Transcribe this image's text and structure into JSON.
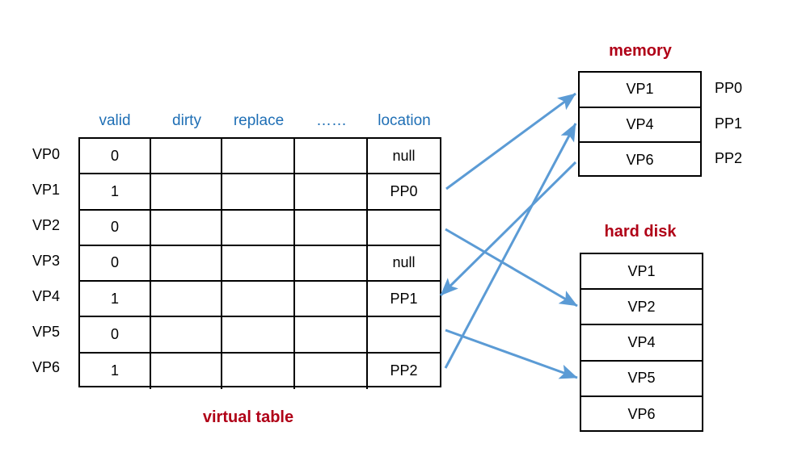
{
  "diagram": {
    "titles": {
      "virtual_table": "virtual table",
      "memory": "memory",
      "hard_disk": "hard disk"
    },
    "colors": {
      "title_red": "#B00017",
      "header_blue": "#1F6FB5",
      "arrow_blue": "#5B9BD5",
      "border_black": "#000000",
      "background": "#FFFFFF"
    }
  },
  "virtual_table": {
    "columns": [
      "valid",
      "dirty",
      "replace",
      "……",
      "location"
    ],
    "row_labels": [
      "VP0",
      "VP1",
      "VP2",
      "VP3",
      "VP4",
      "VP5",
      "VP6"
    ],
    "rows": [
      {
        "label": "VP0",
        "valid": "0",
        "dirty": "",
        "replace": "",
        "dots": "",
        "location": "null"
      },
      {
        "label": "VP1",
        "valid": "1",
        "dirty": "",
        "replace": "",
        "dots": "",
        "location": "PP0"
      },
      {
        "label": "VP2",
        "valid": "0",
        "dirty": "",
        "replace": "",
        "dots": "",
        "location": ""
      },
      {
        "label": "VP3",
        "valid": "0",
        "dirty": "",
        "replace": "",
        "dots": "",
        "location": "null"
      },
      {
        "label": "VP4",
        "valid": "1",
        "dirty": "",
        "replace": "",
        "dots": "",
        "location": "PP1"
      },
      {
        "label": "VP5",
        "valid": "0",
        "dirty": "",
        "replace": "",
        "dots": "",
        "location": ""
      },
      {
        "label": "VP6",
        "valid": "1",
        "dirty": "",
        "replace": "",
        "dots": "",
        "location": "PP2"
      }
    ]
  },
  "memory": {
    "title": "memory",
    "frames": [
      {
        "page": "VP1",
        "frame": "PP0"
      },
      {
        "page": "VP4",
        "frame": "PP1"
      },
      {
        "page": "VP6",
        "frame": "PP2"
      }
    ]
  },
  "hard_disk": {
    "title": "hard disk",
    "pages": [
      "VP1",
      "VP2",
      "VP4",
      "VP5",
      "VP6"
    ]
  },
  "arrows": [
    {
      "from": "VP1-location-PP0",
      "to": "memory-VP1"
    },
    {
      "from": "VP6-location-PP2",
      "to": "memory-VP4"
    },
    {
      "from": "memory-VP6",
      "to": "VP4-location-PP1"
    },
    {
      "from": "VP2-location",
      "to": "harddisk-VP2"
    },
    {
      "from": "VP5-location",
      "to": "harddisk-VP5"
    }
  ]
}
